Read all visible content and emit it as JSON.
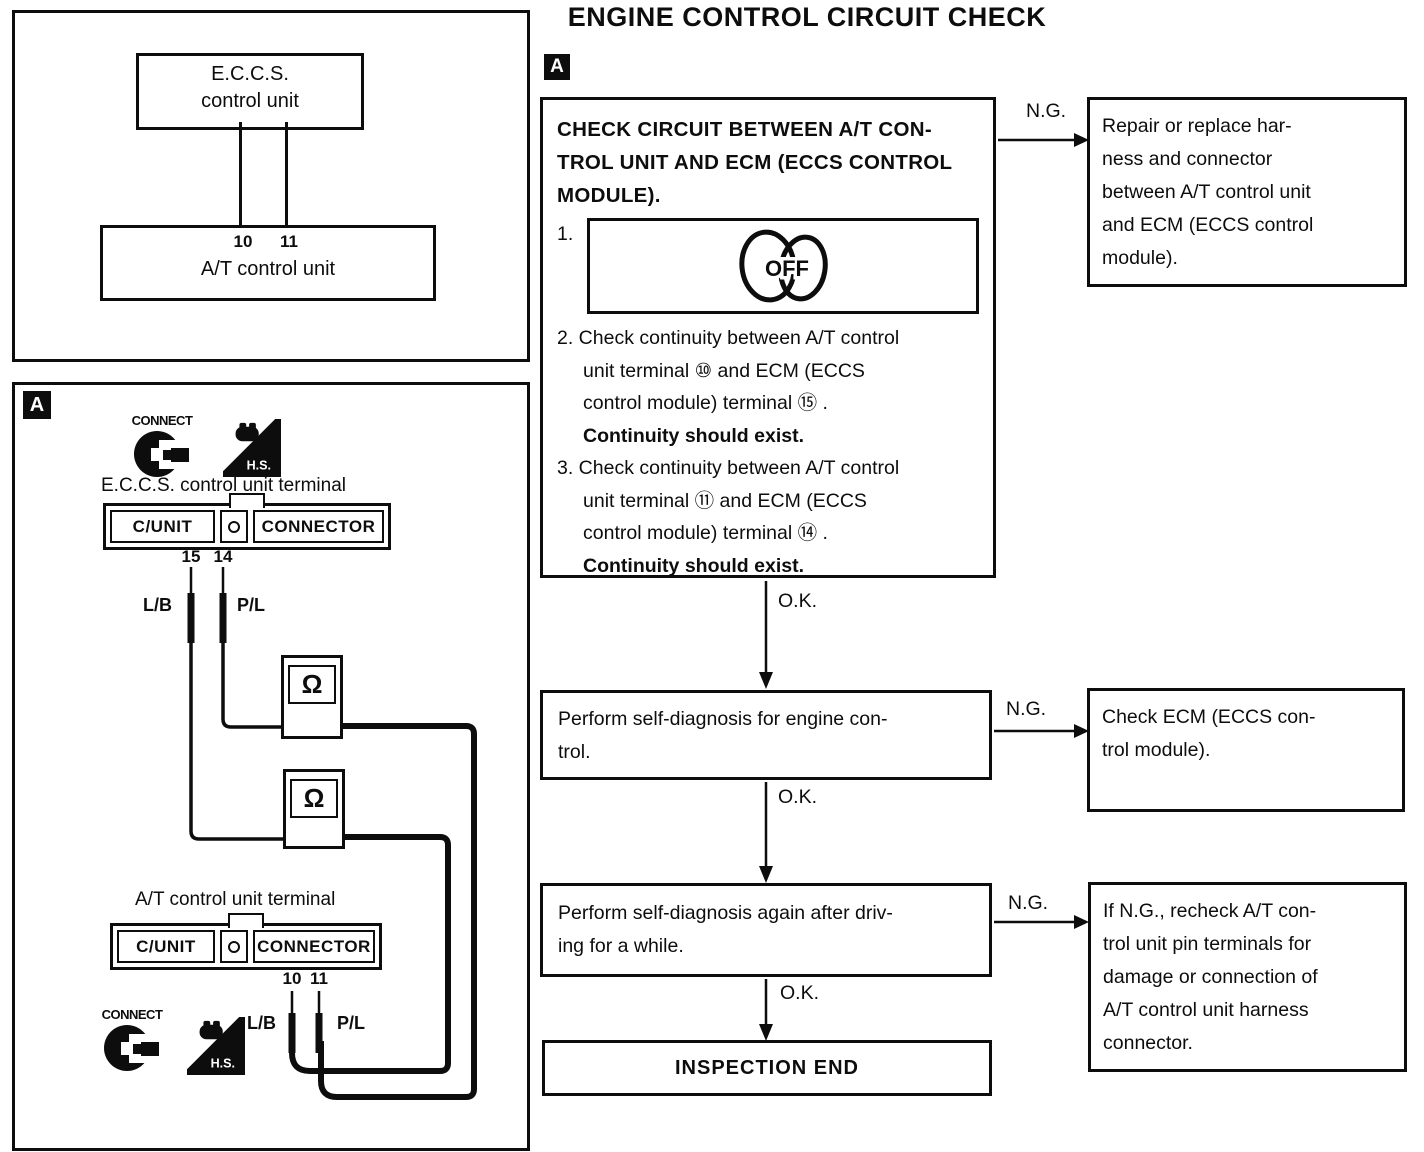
{
  "title": "ENGINE CONTROL CIRCUIT CHECK",
  "badge_a": "A",
  "overview": {
    "eccs_line1": "E.C.C.S.",
    "eccs_line2": "control unit",
    "terminal_10": "10",
    "terminal_11": "11",
    "at_label": "A/T control unit"
  },
  "harness": {
    "connect_label": "CONNECT",
    "hs_label": "H.S.",
    "eccs_terminal_title": "E.C.C.S. control unit terminal",
    "at_terminal_title": "A/T control unit terminal",
    "cunit": "C/UNIT",
    "connector": "CONNECTOR",
    "term_15": "15",
    "term_14": "14",
    "term_10": "10",
    "term_11": "11",
    "wire_lb": "L/B",
    "wire_pl": "P/L",
    "omega": "Ω"
  },
  "flow": {
    "ng": "N.G.",
    "ok": "O.K.",
    "box1": {
      "h1": "CHECK CIRCUIT BETWEEN A/T CON-",
      "h2": "TROL UNIT AND ECM (ECCS CONTROL",
      "h3": "MODULE).",
      "item1_no": "1.",
      "key_off": "OFF",
      "l1": "2. Check continuity between A/T control",
      "l2": "unit terminal ⑩ and ECM (ECCS",
      "l3": "control module) terminal ⑮ .",
      "l4": "Continuity should exist.",
      "l5": "3. Check continuity between A/T control",
      "l6": "unit terminal ⑪ and ECM (ECCS",
      "l7": "control module) terminal ⑭ .",
      "l8": "Continuity should exist."
    },
    "box2_l1": "Perform self-diagnosis for engine con-",
    "box2_l2": "trol.",
    "box3_l1": "Perform self-diagnosis again after driv-",
    "box3_l2": "ing for a while.",
    "box4": "INSPECTION END",
    "r1_l1": "Repair or replace har-",
    "r1_l2": "ness and connector",
    "r1_l3": "between A/T control unit",
    "r1_l4": "and ECM (ECCS control",
    "r1_l5": "module).",
    "r2_l1": "Check ECM (ECCS con-",
    "r2_l2": "trol module).",
    "r3_l1": "If N.G., recheck A/T con-",
    "r3_l2": "trol unit pin terminals for",
    "r3_l3": "damage or connection of",
    "r3_l4": "A/T control unit harness",
    "r3_l5": "connector."
  }
}
